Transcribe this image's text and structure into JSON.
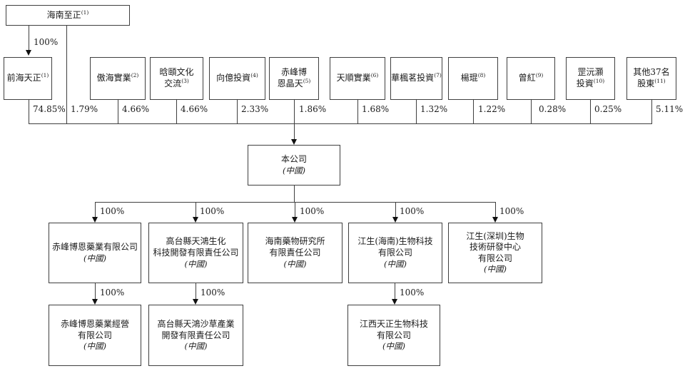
{
  "diagram": {
    "title": "shareholding-structure-chart",
    "colors": {
      "line": "#3f3f3f",
      "text": "#1a1a1a",
      "background": "#ffffff"
    },
    "top_holder": {
      "name": "海南至正",
      "sup": "(1)",
      "arrow_pct": "100%",
      "direct_pct": "1.79%"
    },
    "shareholders": [
      {
        "name": "前海天正",
        "sup": "(1)",
        "pct": "74.85%"
      },
      {
        "name": "傲海實業",
        "sup": "(2)",
        "pct": "4.66%"
      },
      {
        "name": "晗頤文化\n交流",
        "sup": "(3)",
        "pct": "4.66%"
      },
      {
        "name": "向億投資",
        "sup": "(4)",
        "pct": "2.33%"
      },
      {
        "name": "赤峰博\n恩晶天",
        "sup": "(5)",
        "pct": "1.86%"
      },
      {
        "name": "天順實業",
        "sup": "(6)",
        "pct": "1.68%"
      },
      {
        "name": "華楓茗投資",
        "sup": "(7)",
        "pct": "1.32%"
      },
      {
        "name": "楊琨",
        "sup": "(8)",
        "pct": "1.22%"
      },
      {
        "name": "曾紅",
        "sup": "(9)",
        "pct": "0.28%"
      },
      {
        "name": "罡沅灝\n投資",
        "sup": "(10)",
        "pct": "0.25%"
      },
      {
        "name": "其他37名\n股東",
        "sup": "(11)",
        "pct": "5.11%"
      }
    ],
    "company": {
      "name": "本公司",
      "country": "(中國)"
    },
    "subsidiaries": [
      {
        "name": "赤峰博恩藥業有限公司",
        "country": "(中國)",
        "pct": "100%"
      },
      {
        "name": "高台縣天鴻生化\n科技開發有限責任公司",
        "country": "(中國)",
        "pct": "100%"
      },
      {
        "name": "海南藥物研究所\n有限責任公司",
        "country": "(中國)",
        "pct": "100%"
      },
      {
        "name": "江生(海南)生物科技\n有限公司",
        "country": "(中國)",
        "pct": "100%"
      },
      {
        "name": "江生(深圳)生物\n技術研發中心\n有限公司",
        "country": "(中國)",
        "pct": "100%"
      }
    ],
    "sub_subsidiaries": [
      {
        "name": "赤峰博恩藥業經營\n有限公司",
        "country": "(中國)",
        "pct": "100%"
      },
      {
        "name": "高台縣天鴻沙草產業\n開發有限責任公司",
        "country": "(中國)",
        "pct": "100%"
      },
      {
        "name": "江西天正生物科技\n有限公司",
        "country": "(中國)",
        "pct": "100%"
      }
    ]
  }
}
